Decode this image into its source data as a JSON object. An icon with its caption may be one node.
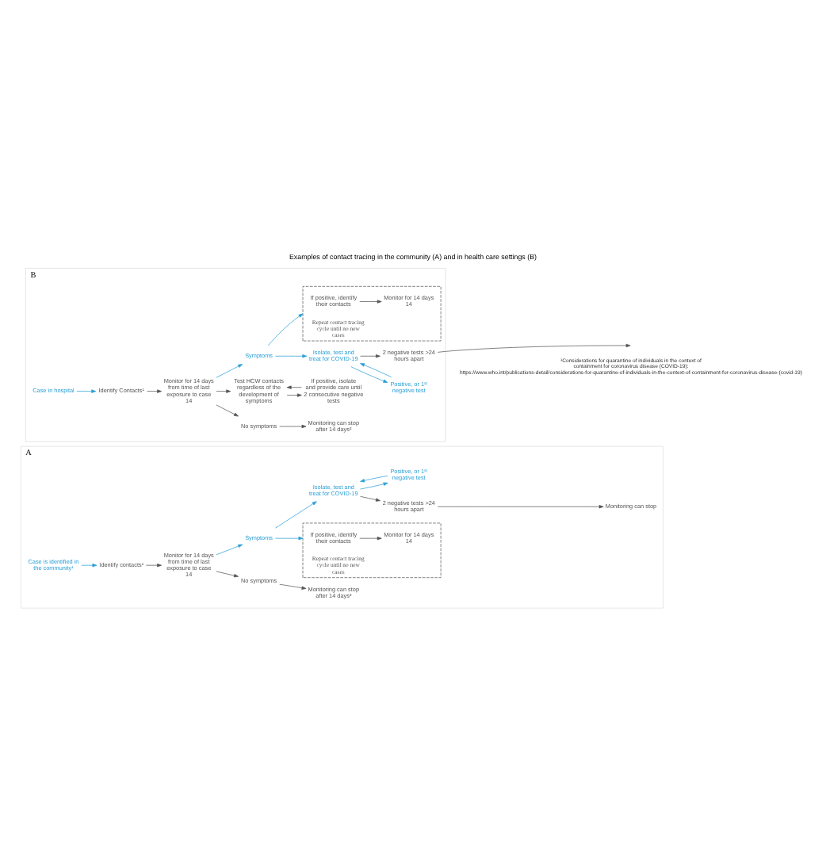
{
  "diagram": {
    "title": "Examples of contact tracing in the community (A) and in health care settings (B)",
    "caption": "¹Considerations for quarantine of individuals in the context of containment for coronavirus disease (COVID-19): https://www.who.int/publications-detail/considerations-for-quarantine-of-individuals-in-the-context-of-containment-for-coronavirus-disease-(covid-19)",
    "nodes": [
      {
        "text": [
          "A"
        ]
      },
      {
        "text": [
          "Case is identified in the community¹"
        ],
        "in": 0
      },
      {
        "text": [
          "Identify contacts¹"
        ],
        "in": 0
      },
      {
        "text": [
          "Monitor for 14 days",
          "from time of last exposure to case",
          "14"
        ],
        "in": 0
      },
      {
        "text": [
          "No symptoms"
        ],
        "in": 0
      },
      {
        "text": [
          "Monitoring can stop after 14 days²"
        ],
        "in": 0
      },
      {
        "text": [
          "Symptoms"
        ],
        "in": 0
      },
      {
        "text": [
          "Isolate, test and treat for COVID-19"
        ],
        "in": 0
      },
      {
        "text": [
          "Positive, or 1ˢᵗ negative test"
        ],
        "in": 0
      },
      {
        "text": [
          "Repeat contact tracing cycle until no new cases"
        ],
        "in": 0
      },
      {
        "text": [
          "If positive, identify their contacts"
        ],
        "in": 9
      },
      {
        "text": [
          "Monitor for 14 days",
          "14"
        ],
        "in": 9
      },
      {
        "text": [
          "2 negative tests >24 hours apart"
        ],
        "in": 0
      },
      {
        "text": [
          "Monitoring can stop"
        ],
        "in": 0
      },
      {
        "text": [
          "B"
        ]
      },
      {
        "text": [
          "Case in hospital"
        ],
        "in": 14
      },
      {
        "text": [
          "Identify Contacts¹"
        ],
        "in": 14
      },
      {
        "text": [
          "Monitor for 14 days",
          "from time of last exposure to case",
          "14"
        ],
        "in": 14
      },
      {
        "text": [
          "No symptoms"
        ],
        "in": 14
      },
      {
        "text": [
          "Monitoring can stop after 14 days²"
        ],
        "in": 14
      },
      {
        "text": [
          "Test HCW contacts regardless of the development of symptoms"
        ],
        "in": 14
      },
      {
        "text": [
          "If positive, isolate and provide care until 2 consecutive negative tests"
        ],
        "in": 14
      },
      {
        "text": [
          "Symptoms"
        ],
        "in": 14
      },
      {
        "text": [
          "Isolate, test and treat for COVID-19"
        ],
        "in": 14
      },
      {
        "text": [
          "Positive, or 1ˢᵗ negative test"
        ],
        "in": 14
      },
      {
        "text": [
          "Repeat contact tracing cycle until no new cases"
        ],
        "in": 14
      },
      {
        "text": [
          "If positive, identify their contacts"
        ],
        "in": 25
      },
      {
        "text": [
          "Monitor for 14 days",
          "14"
        ],
        "in": 25
      },
      {
        "text": [
          "2 negative tests >24 hours apart"
        ],
        "in": 14
      }
    ],
    "edges": [
      {
        "from": 1,
        "to": 2,
        "arrow": "to",
        "color": "#2a9fd6"
      },
      {
        "from": 2,
        "to": 3,
        "arrow": "to"
      },
      {
        "from": 3,
        "to": 4,
        "arrow": "to"
      },
      {
        "from": 4,
        "to": 5,
        "arrow": "to"
      },
      {
        "from": 3,
        "to": 6,
        "arrow": "to",
        "color": "#2a9fd6"
      },
      {
        "from": 6,
        "to": 7,
        "arrow": "to",
        "color": "#2a9fd6"
      },
      {
        "from": 7,
        "to": 8,
        "arrow": "to",
        "color": "#2a9fd6"
      },
      {
        "from": 8,
        "to": 7,
        "arrow": "to",
        "color": "#2a9fd6"
      },
      {
        "from": 6,
        "to": 9,
        "arrow": "to",
        "color": "#2a9fd6"
      },
      {
        "from": 10,
        "to": 11,
        "arrow": "to"
      },
      {
        "from": 7,
        "to": 12,
        "arrow": "to"
      },
      {
        "from": 12,
        "to": 13,
        "arrow": "to"
      },
      {
        "from": 15,
        "to": 16,
        "arrow": "to",
        "color": "#2a9fd6"
      },
      {
        "from": 16,
        "to": 17,
        "arrow": "to"
      },
      {
        "from": 17,
        "to": 18,
        "arrow": "to"
      },
      {
        "from": 18,
        "to": 19,
        "arrow": "to"
      },
      {
        "from": 17,
        "to": 20,
        "arrow": "to"
      },
      {
        "from": 20,
        "to": 21,
        "arrow": "to"
      },
      {
        "from": 21,
        "to": 20,
        "arrow": "to"
      },
      {
        "from": 17,
        "to": 22,
        "arrow": "to",
        "color": "#2a9fd6"
      },
      {
        "from": 22,
        "to": 23,
        "arrow": "to",
        "color": "#2a9fd6"
      },
      {
        "from": 23,
        "to": 24,
        "arrow": "to",
        "color": "#2a9fd6"
      },
      {
        "from": 24,
        "to": 23,
        "arrow": "to",
        "color": "#2a9fd6"
      },
      {
        "from": 22,
        "to": 25,
        "arrow": "to",
        "color": "#2a9fd6"
      },
      {
        "from": 26,
        "to": 27,
        "arrow": "to"
      },
      {
        "from": 23,
        "to": 28,
        "arrow": "to"
      },
      {
        "from": 28,
        "to": null,
        "arrow": "to"
      }
    ]
  }
}
